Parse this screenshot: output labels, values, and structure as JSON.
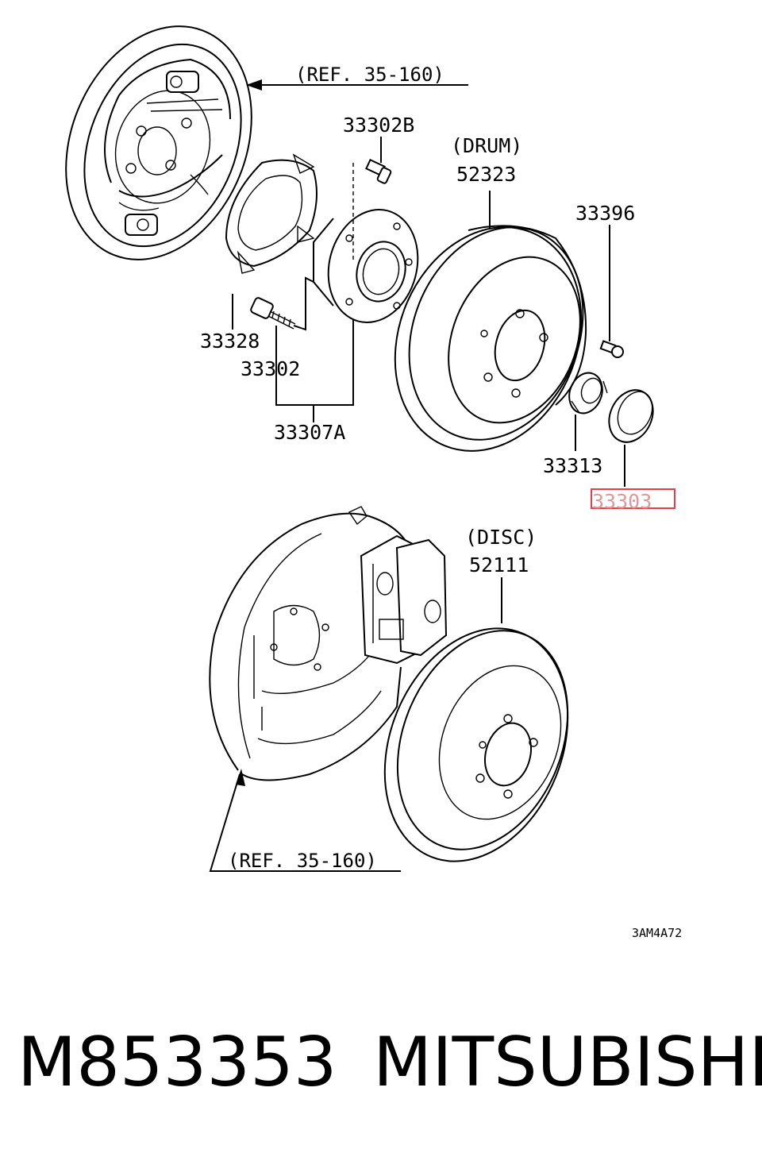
{
  "diagram": {
    "ref_top": "(REF. 35-160)",
    "ref_bottom": "(REF. 35-160)",
    "drum_label": "(DRUM)",
    "disc_label": "(DISC)",
    "parts": {
      "p33302B": "33302B",
      "p52323": "52323",
      "p33396": "33396",
      "p33328": "33328",
      "p33302": "33302",
      "p33307A": "33307A",
      "p33313": "33313",
      "p33303": "33303",
      "p52111": "52111"
    },
    "highlighted_part": "33303",
    "highlight_color": "#e2404a",
    "diagram_code": "3AM4A72"
  },
  "footer": {
    "part_number": "M853353",
    "brand": "MITSUBISHI"
  }
}
